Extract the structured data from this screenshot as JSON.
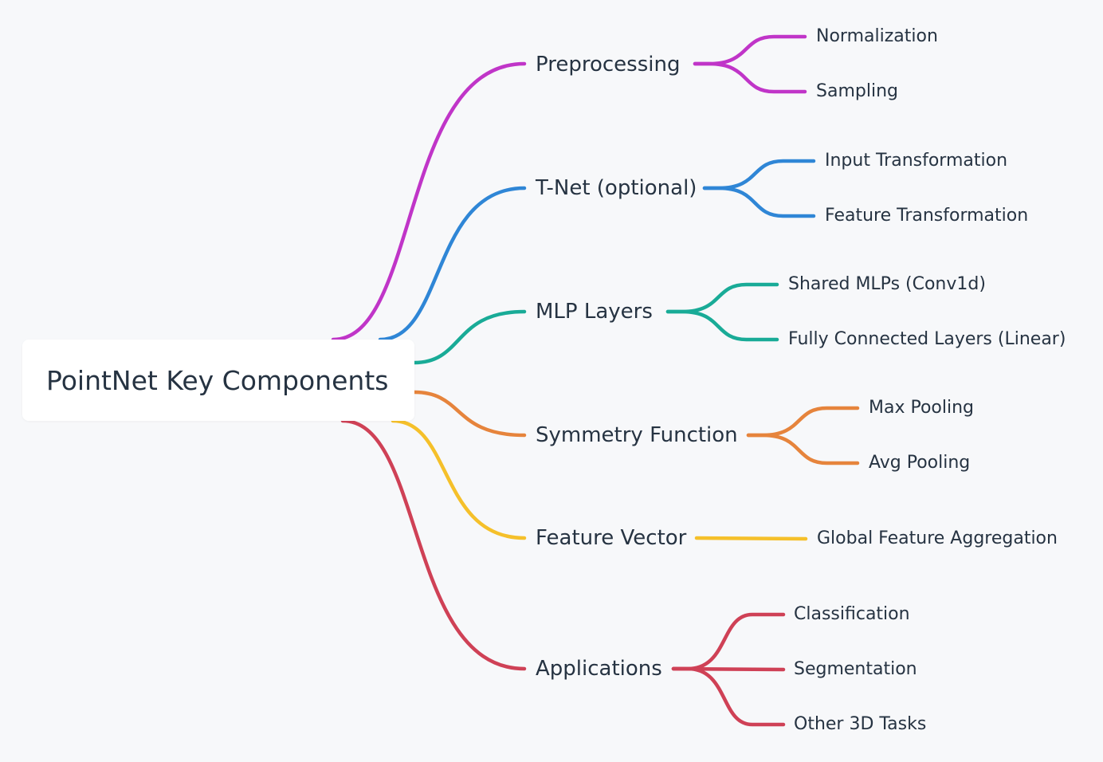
{
  "root": {
    "label": "PointNet Key Components"
  },
  "branches": [
    {
      "label": "Preprocessing",
      "color": "#c035c8",
      "children": [
        {
          "label": "Normalization"
        },
        {
          "label": "Sampling"
        }
      ]
    },
    {
      "label": "T-Net (optional)",
      "color": "#2f86d6",
      "children": [
        {
          "label": "Input Transformation"
        },
        {
          "label": "Feature Transformation"
        }
      ]
    },
    {
      "label": "MLP Layers",
      "color": "#19ab97",
      "children": [
        {
          "label": "Shared MLPs (Conv1d)"
        },
        {
          "label": "Fully Connected Layers (Linear)"
        }
      ]
    },
    {
      "label": "Symmetry Function",
      "color": "#e6843c",
      "children": [
        {
          "label": "Max Pooling"
        },
        {
          "label": "Avg Pooling"
        }
      ]
    },
    {
      "label": "Feature Vector",
      "color": "#f5c02a",
      "children": [
        {
          "label": "Global Feature Aggregation"
        }
      ]
    },
    {
      "label": "Applications",
      "color": "#cf4156",
      "children": [
        {
          "label": "Classification"
        },
        {
          "label": "Segmentation"
        },
        {
          "label": "Other 3D Tasks"
        }
      ]
    }
  ]
}
